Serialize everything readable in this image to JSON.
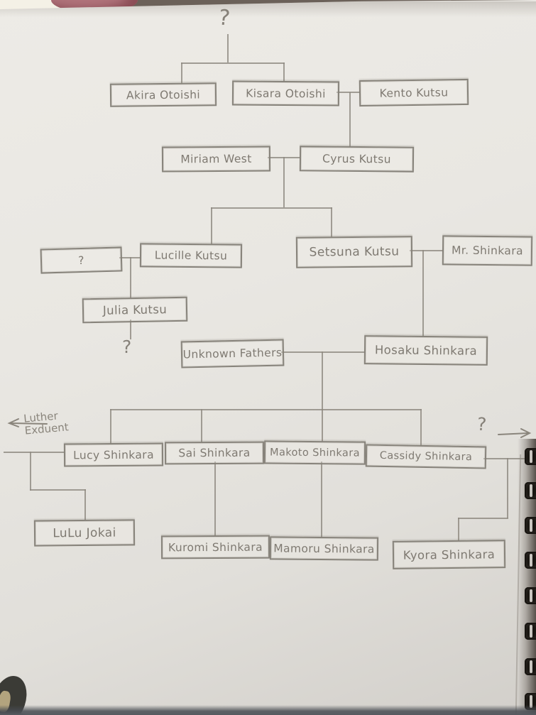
{
  "page": {
    "description": "Hand-drawn pencil family tree on a spiral notebook page"
  },
  "colors": {
    "pencil": "#8d887f",
    "paper": "#e9e7e2",
    "binding": "#181511",
    "backdrop_pink": "#b1747c"
  },
  "nodes": {
    "akira": {
      "label": "Akira Otoishi"
    },
    "kisara": {
      "label": "Kisara Otoishi"
    },
    "kento": {
      "label": "Kento Kutsu"
    },
    "miriam": {
      "label": "Miriam West"
    },
    "cyrus": {
      "label": "Cyrus Kutsu"
    },
    "lucille_partner": {
      "label": "?"
    },
    "lucille": {
      "label": "Lucille Kutsu"
    },
    "setsuna": {
      "label": "Setsuna Kutsu"
    },
    "mr_shinkara": {
      "label": "Mr. Shinkara"
    },
    "julia": {
      "label": "Julia Kutsu"
    },
    "unknown_fathers": {
      "label": "Unknown Fathers"
    },
    "hosaku": {
      "label": "Hosaku Shinkara"
    },
    "lucy": {
      "label": "Lucy Shinkara"
    },
    "sai": {
      "label": "Sai Shinkara"
    },
    "makoto": {
      "label": "Makoto Shinkara"
    },
    "cassidy": {
      "label": "Cassidy Shinkara"
    },
    "lulu": {
      "label": "LuLu Jokai"
    },
    "kuromi": {
      "label": "Kuromi Shinkara"
    },
    "mamoru": {
      "label": "Mamoru Shinkara"
    },
    "kyora": {
      "label": "Kyora Shinkara"
    }
  },
  "annotations": {
    "root_unknown": "?",
    "julia_child_unknown": "?",
    "lucy_partner_offpage_line1": "Luther",
    "lucy_partner_offpage_line2": "Exduent",
    "cassidy_partner_unknown": "?"
  }
}
